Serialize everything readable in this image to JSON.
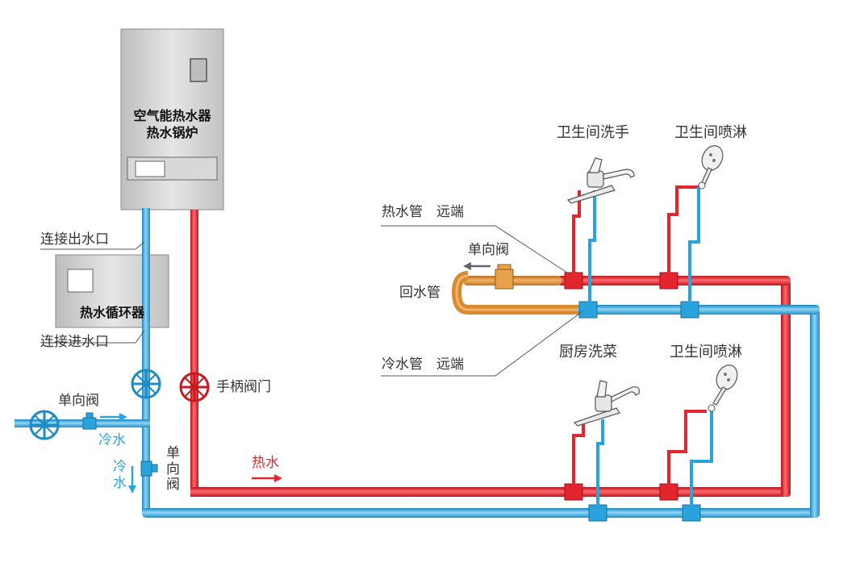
{
  "heater": {
    "title_line1": "空气能热水器",
    "title_line2": "热水锅炉"
  },
  "circulator": {
    "title": "热水循环器"
  },
  "labels": {
    "outlet": "连接出水口",
    "inlet": "连接进水口",
    "handle_valve": "手柄阀门",
    "check_valve_inlet": "单向阀",
    "check_valve_vertical": [
      "单",
      "向",
      "阀"
    ],
    "check_valve_return": "单向阀",
    "return_pipe": "回水管",
    "hot_pipe_far": "热水管　远端",
    "cold_pipe_far": "冷水管　远端",
    "bath_wash": "卫生间洗手",
    "bath_shower_top": "卫生间喷淋",
    "kitchen": "厨房洗菜",
    "bath_shower_bottom": "卫生间喷淋"
  },
  "flows": {
    "cold_water_horizontal": "冷水",
    "cold_water_vertical": [
      "冷",
      "水"
    ],
    "hot_water": "热水"
  },
  "colors": {
    "hot": "#e3262e",
    "cold": "#2aa3dc",
    "return": "#d98a2e",
    "box": "#cfcfcf"
  }
}
